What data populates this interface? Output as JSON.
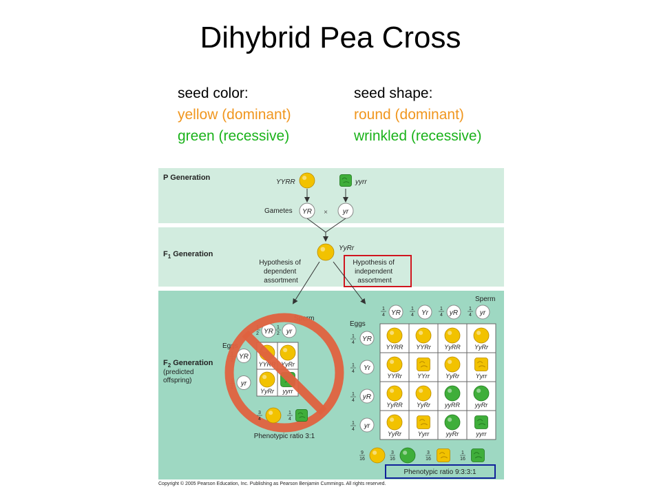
{
  "title": "Dihybrid Pea Cross",
  "traits": {
    "color": {
      "heading": "seed color:",
      "dominant": "yellow (dominant)",
      "recessive": "green (recessive)"
    },
    "shape": {
      "heading": "seed shape:",
      "dominant": "round (dominant)",
      "recessive": "wrinkled (recessive)"
    }
  },
  "colors": {
    "band_light": "#d2ecdf",
    "band_dark": "#9ed8c2",
    "yellow_seed": "#f2c200",
    "green_seed": "#3fae3a",
    "prohibition": "#e0623f",
    "highlight_red": "#d0151e",
    "highlight_blue": "#10209a"
  },
  "figure": {
    "p_generation": {
      "label": "P Generation",
      "parent1": "YYRR",
      "parent2": "yyrr",
      "gametes_label": "Gametes",
      "gamete1": "YR",
      "gamete2": "yr",
      "cross": "×"
    },
    "f1_generation": {
      "label_main": "F",
      "label_sub": "1",
      "label_rest": " Generation",
      "genotype": "YyRr",
      "dependent": [
        "Hypothesis of",
        "dependent",
        "assortment"
      ],
      "independent": [
        "Hypothesis of",
        "independent",
        "assortment"
      ]
    },
    "f2_generation": {
      "label_main": "F",
      "label_sub": "2",
      "label_rest": " Generation",
      "label_lines": [
        "(predicted",
        "offspring)"
      ]
    },
    "small_square": {
      "sperm_label": "Sperm",
      "eggs_label": "Eggs",
      "half": "1/2",
      "gametes": [
        "YR",
        "yr"
      ],
      "cells": [
        [
          {
            "g": "YYRR",
            "color": "yellow",
            "shape": "round"
          },
          {
            "g": "YyRr",
            "color": "yellow",
            "shape": "round"
          }
        ],
        [
          {
            "g": "YyRr",
            "color": "yellow",
            "shape": "round"
          },
          {
            "g": "yyrr",
            "color": "green",
            "shape": "wrinkled"
          }
        ]
      ],
      "ratios": [
        "3/4",
        "1/4"
      ],
      "phenotypic_ratio": "Phenotypic ratio 3:1"
    },
    "big_square": {
      "sperm_label": "Sperm",
      "eggs_label": "Eggs",
      "quarter": "1/4",
      "gametes": [
        "YR",
        "Yr",
        "yR",
        "yr"
      ],
      "cells": [
        [
          {
            "g": "YYRR",
            "color": "yellow",
            "shape": "round"
          },
          {
            "g": "YYRr",
            "color": "yellow",
            "shape": "round"
          },
          {
            "g": "YyRR",
            "color": "yellow",
            "shape": "round"
          },
          {
            "g": "YyRr",
            "color": "yellow",
            "shape": "round"
          }
        ],
        [
          {
            "g": "YYRr",
            "color": "yellow",
            "shape": "round"
          },
          {
            "g": "YYrr",
            "color": "yellow",
            "shape": "wrinkled"
          },
          {
            "g": "YyRr",
            "color": "yellow",
            "shape": "round"
          },
          {
            "g": "Yyrr",
            "color": "yellow",
            "shape": "wrinkled"
          }
        ],
        [
          {
            "g": "YyRR",
            "color": "yellow",
            "shape": "round"
          },
          {
            "g": "YyRr",
            "color": "yellow",
            "shape": "round"
          },
          {
            "g": "yyRR",
            "color": "green",
            "shape": "round"
          },
          {
            "g": "yyRr",
            "color": "green",
            "shape": "round"
          }
        ],
        [
          {
            "g": "YyRr",
            "color": "yellow",
            "shape": "round"
          },
          {
            "g": "Yyrr",
            "color": "yellow",
            "shape": "wrinkled"
          },
          {
            "g": "yyRr",
            "color": "green",
            "shape": "round"
          },
          {
            "g": "yyrr",
            "color": "green",
            "shape": "wrinkled"
          }
        ]
      ],
      "ratios": [
        {
          "frac": "9/16",
          "color": "yellow",
          "shape": "round"
        },
        {
          "frac": "3/16",
          "color": "green",
          "shape": "round"
        },
        {
          "frac": "3/16",
          "color": "yellow",
          "shape": "wrinkled"
        },
        {
          "frac": "1/16",
          "color": "green",
          "shape": "wrinkled"
        }
      ],
      "phenotypic_ratio": "Phenotypic ratio 9:3:3:1"
    }
  },
  "copyright": "Copyright © 2005 Pearson Education, Inc. Publishing as Pearson Benjamin Cummings. All rights reserved."
}
